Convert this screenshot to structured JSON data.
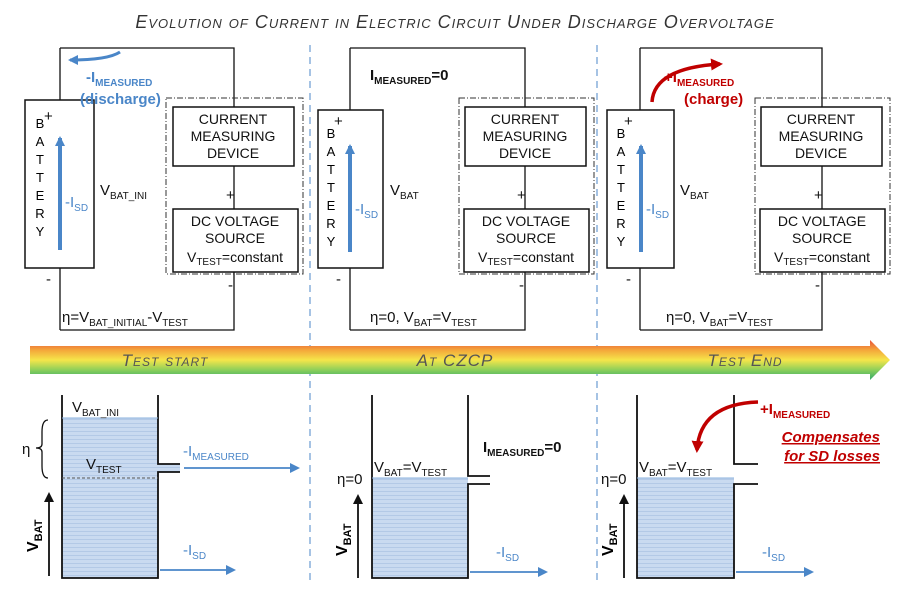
{
  "title": "Evolution of Current in Electric Circuit Under Discharge Overvoltage",
  "phases": {
    "start": "Test start",
    "czcp": "At CZCP",
    "end": "Test End"
  },
  "battery_letters": [
    "B",
    "A",
    "T",
    "T",
    "E",
    "R",
    "Y"
  ],
  "boxes": {
    "cmd_line1": "CURRENT",
    "cmd_line2": "MEASURING",
    "cmd_line3": "DEVICE",
    "dc_line1": "DC VOLTAGE",
    "dc_line2": "SOURCE",
    "dc_vtest": "V",
    "dc_vtest_sub": "TEST",
    "dc_vtest_rest": "=constant"
  },
  "signs": {
    "plus": "+",
    "minus": "-"
  },
  "panel1": {
    "imeas": "-I",
    "imeas_sub": "MEASURED",
    "imeas_note": "(discharge)",
    "isd": "-I",
    "isd_sub": "SD",
    "vbat": "V",
    "vbat_sub": "BAT_INI",
    "eta_a": "η=V",
    "eta_a_sub": "BAT_INITIAL",
    "eta_b": "-V",
    "eta_b_sub": "TEST"
  },
  "panel2": {
    "imeas": "I",
    "imeas_sub": "MEASURED",
    "imeas_rest": "=0",
    "isd": "-I",
    "isd_sub": "SD",
    "vbat": "V",
    "vbat_sub": "BAT",
    "eta_a": "η=0, V",
    "eta_a_sub": "BAT",
    "eta_b": "=V",
    "eta_b_sub": "TEST"
  },
  "panel3": {
    "imeas": "+I",
    "imeas_sub": "MEASURED",
    "imeas_note": "(charge)",
    "isd": "-I",
    "isd_sub": "SD",
    "vbat": "V",
    "vbat_sub": "BAT",
    "eta_a": "η=0, V",
    "eta_a_sub": "BAT",
    "eta_b": "=V",
    "eta_b_sub": "TEST"
  },
  "tank1": {
    "vbat_ini": "V",
    "vbat_ini_sub": "BAT_INI",
    "eta": "η",
    "vtest": "V",
    "vtest_sub": "TEST",
    "imeas": "-I",
    "imeas_sub": "MEASURED",
    "isd": "-I",
    "isd_sub": "SD",
    "vbat_axis": "V",
    "vbat_axis_sub": "BAT"
  },
  "tank2": {
    "eq_a": "V",
    "eq_a_sub": "BAT",
    "eq_b": "=V",
    "eq_b_sub": "TEST",
    "eta0": "η=0",
    "imeas": "I",
    "imeas_sub": "MEASURED",
    "imeas_rest": "=0",
    "isd": "-I",
    "isd_sub": "SD",
    "vbat_axis": "V",
    "vbat_axis_sub": "BAT"
  },
  "tank3": {
    "eq_a": "V",
    "eq_a_sub": "BAT",
    "eq_b": "=V",
    "eq_b_sub": "TEST",
    "eta0": "η=0",
    "imeas": "+I",
    "imeas_sub": "MEASURED",
    "comp1": "Compensates",
    "comp2": "for SD losses",
    "isd": "-I",
    "isd_sub": "SD",
    "vbat_axis": "V",
    "vbat_axis_sub": "BAT"
  },
  "colors": {
    "blue": "#4a86c8",
    "red": "#c00000",
    "liquid": "#c9daf0",
    "divider": "#6a9bd1"
  }
}
